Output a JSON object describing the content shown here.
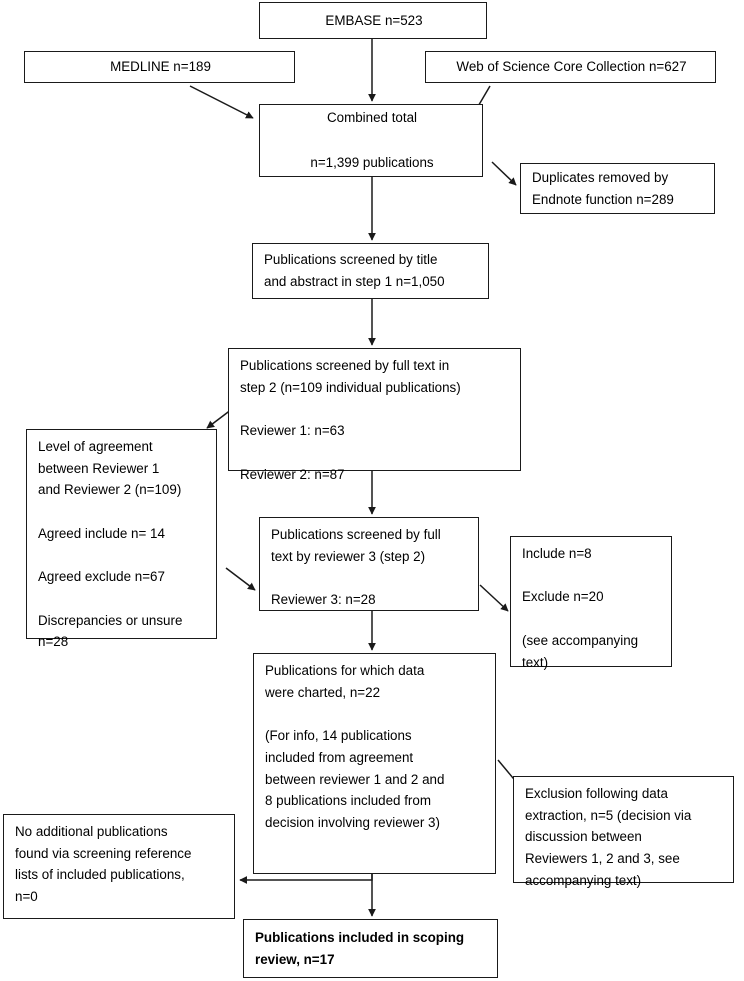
{
  "diagram": {
    "title": "PRISMA scoping review flow diagram",
    "type": "flowchart",
    "stroke_color": "#1a1a1a",
    "background_color": "#ffffff",
    "nodes": {
      "embase": "EMBASE n=523",
      "medline": "MEDLINE n=189",
      "web_of_science": "Web of Science Core Collection n=627",
      "combined_total": "Combined total\n\nn=1,399 publications",
      "duplicates_removed": "Duplicates removed by\nEndnote function n=289",
      "screened_title_abstract": "Publications screened by title\nand abstract in step 1 n=1,050",
      "screened_full_text": "Publications screened by full text in\nstep 2 (n=109 individual publications)\n\nReviewer 1: n=63\n\nReviewer 2: n=87",
      "level_of_agreement": "Level of agreement\nbetween Reviewer 1\nand Reviewer 2 (n=109)\n\nAgreed include n= 14\n\nAgreed exclude n=67\n\nDiscrepancies or unsure\nn=28",
      "reviewer3_screening": "Publications screened by full\ntext by reviewer 3 (step 2)\n\nReviewer 3: n=28",
      "reviewer3_outcome": "Include n=8\n\nExclude n=20\n\n(see accompanying\ntext)",
      "data_charted": "Publications for which data\nwere charted, n=22\n\n(For info, 14 publications\nincluded from agreement\nbetween reviewer 1 and 2 and\n8 publications included from\ndecision involving reviewer 3)",
      "exclusion_after_extraction": "Exclusion following data\nextraction, n=5 (decision via\ndiscussion between\nReviewers 1, 2 and 3, see\naccompanying text)",
      "no_additional_publications": "No additional publications\nfound via screening reference\nlists of included publications,\nn=0",
      "included_final": "Publications included in scoping\nreview, n=17"
    },
    "counts": {
      "embase": 523,
      "medline": 189,
      "web_of_science": 627,
      "combined_total": 1399,
      "duplicates_removed": 289,
      "screened_title_abstract": 1050,
      "screened_full_text_individual": 109,
      "reviewer_1": 63,
      "reviewer_2": 87,
      "agreement_total": 109,
      "agreed_include": 14,
      "agreed_exclude": 67,
      "discrepancies_or_unsure": 28,
      "reviewer_3": 28,
      "reviewer3_include": 8,
      "reviewer3_exclude": 20,
      "data_charted": 22,
      "exclusion_after_extraction": 5,
      "additional_from_reference_lists": 0,
      "included_final": 17
    }
  }
}
